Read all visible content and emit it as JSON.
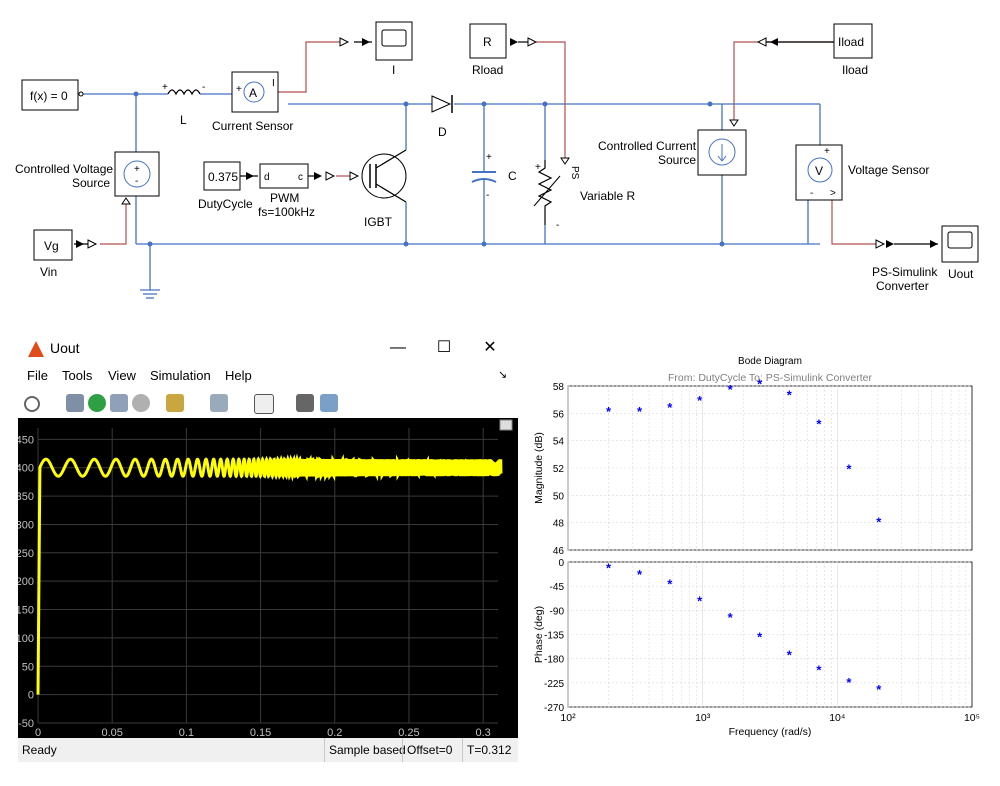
{
  "diagram": {
    "blocks": {
      "fx": "f(x) = 0",
      "inductor": "L",
      "current_sensor": "Current Sensor",
      "scope_i": "I",
      "rload_block": "R",
      "rload_label": "Rload",
      "iload_block": "Iload",
      "iload_label": "Iload",
      "cvs_label_1": "Controlled Voltage",
      "cvs_label_2": "Source",
      "duty_value": "0.375",
      "duty_label": "DutyCycle",
      "pwm_port_d": "d",
      "pwm_port_c": "c",
      "pwm_label_1": "PWM",
      "pwm_label_2": "fs=100kHz",
      "igbt": "IGBT",
      "diode": "D",
      "capacitor": "C",
      "variable_r": "Variable R",
      "ccs_label_1": "Controlled Current",
      "ccs_label_2": "Source",
      "voltage_sensor": "Voltage Sensor",
      "vg_block": "Vg",
      "vg_label": "Vin",
      "ps_conv_1": "PS-Simulink",
      "ps_conv_2": "Converter",
      "uout_label": "Uout",
      "ps_tag": "PS",
      "ammeter_symbol": "A",
      "voltmeter_symbol": "V"
    }
  },
  "scope": {
    "title": "Uout",
    "menu": [
      "File",
      "Tools",
      "View",
      "Simulation",
      "Help"
    ],
    "status": {
      "ready": "Ready",
      "mode": "Sample based",
      "offset": "Offset=0",
      "time": "T=0.312"
    },
    "y_ticks": [
      "450",
      "400",
      "350",
      "300",
      "250",
      "200",
      "150",
      "100",
      "50",
      "0",
      "-50"
    ],
    "x_ticks": [
      "0",
      "0.05",
      "0.1",
      "0.15",
      "0.2",
      "0.25",
      "0.3"
    ],
    "trace_color": "#ffff00",
    "background": "#000000",
    "signal": {
      "steady_value": 400,
      "ripple_amplitude": 15,
      "t_end": 0.312,
      "chirp": "increasing frequency"
    }
  },
  "chart_data": {
    "type": "scatter",
    "title": "Bode Diagram",
    "subtitle": "From: DutyCycle  To: PS-Simulink Converter",
    "xlabel": "Frequency  (rad/s)",
    "x_scale": "log",
    "xlim": [
      100,
      100000
    ],
    "x_ticks": [
      "10²",
      "10³",
      "10⁴",
      "10⁵"
    ],
    "marker_color": "#0000ff",
    "grid": true,
    "panels": [
      {
        "ylabel": "Magnitude (dB)",
        "ylim": [
          46,
          58
        ],
        "y_ticks": [
          "58",
          "56",
          "54",
          "52",
          "50",
          "48",
          "46"
        ],
        "x": [
          200,
          340,
          570,
          950,
          1600,
          2650,
          4400,
          7300,
          12200,
          20300
        ],
        "y": [
          56.1,
          56.1,
          56.4,
          56.9,
          57.7,
          58.1,
          57.3,
          55.2,
          51.9,
          48.0
        ]
      },
      {
        "ylabel": "Phase (deg)",
        "ylim": [
          -270,
          0
        ],
        "y_ticks": [
          "0",
          "-45",
          "-90",
          "-135",
          "-180",
          "-225",
          "-270"
        ],
        "x": [
          200,
          340,
          570,
          950,
          1600,
          2650,
          4400,
          7300,
          12200,
          20300
        ],
        "y": [
          -12,
          -24,
          -42,
          -74,
          -104,
          -141,
          -174,
          -202,
          -225,
          -238
        ]
      }
    ]
  }
}
